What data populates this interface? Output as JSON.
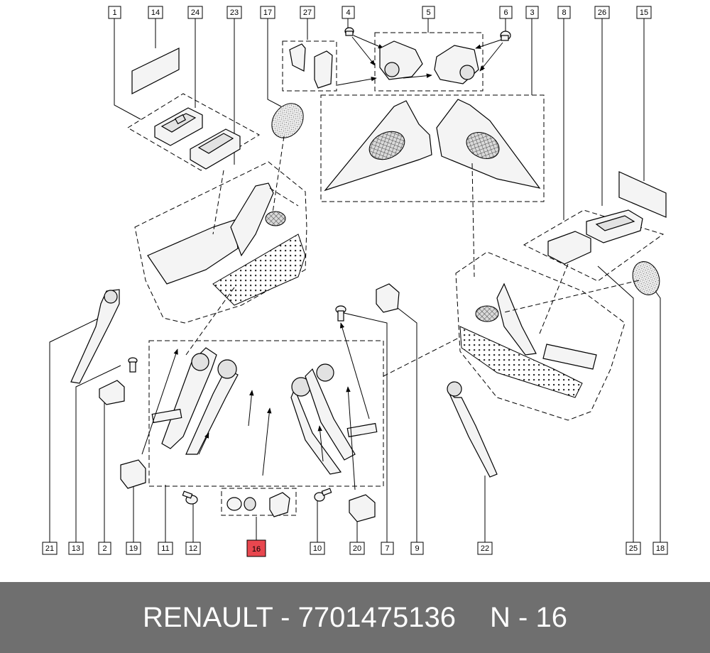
{
  "callouts": [
    {
      "label": "1",
      "highlighted": false
    },
    {
      "label": "14",
      "highlighted": false
    },
    {
      "label": "24",
      "highlighted": false
    },
    {
      "label": "23",
      "highlighted": false
    },
    {
      "label": "17",
      "highlighted": false
    },
    {
      "label": "27",
      "highlighted": false
    },
    {
      "label": "4",
      "highlighted": false
    },
    {
      "label": "5",
      "highlighted": false
    },
    {
      "label": "6",
      "highlighted": false
    },
    {
      "label": "3",
      "highlighted": false
    },
    {
      "label": "8",
      "highlighted": false
    },
    {
      "label": "26",
      "highlighted": false
    },
    {
      "label": "15",
      "highlighted": false
    },
    {
      "label": "21",
      "highlighted": false
    },
    {
      "label": "13",
      "highlighted": false
    },
    {
      "label": "2",
      "highlighted": false
    },
    {
      "label": "19",
      "highlighted": false
    },
    {
      "label": "11",
      "highlighted": false
    },
    {
      "label": "12",
      "highlighted": false
    },
    {
      "label": "16",
      "highlighted": true
    },
    {
      "label": "10",
      "highlighted": false
    },
    {
      "label": "20",
      "highlighted": false
    },
    {
      "label": "7",
      "highlighted": false
    },
    {
      "label": "9",
      "highlighted": false
    },
    {
      "label": "22",
      "highlighted": false
    },
    {
      "label": "25",
      "highlighted": false
    },
    {
      "label": "18",
      "highlighted": false
    }
  ],
  "colors": {
    "footer_background": "#6f6f6f",
    "footer_text": "#ffffff",
    "highlight": "#e8474f"
  },
  "footer": {
    "brand_part": "RENAULT - 7701475136",
    "position": "N - 16"
  }
}
